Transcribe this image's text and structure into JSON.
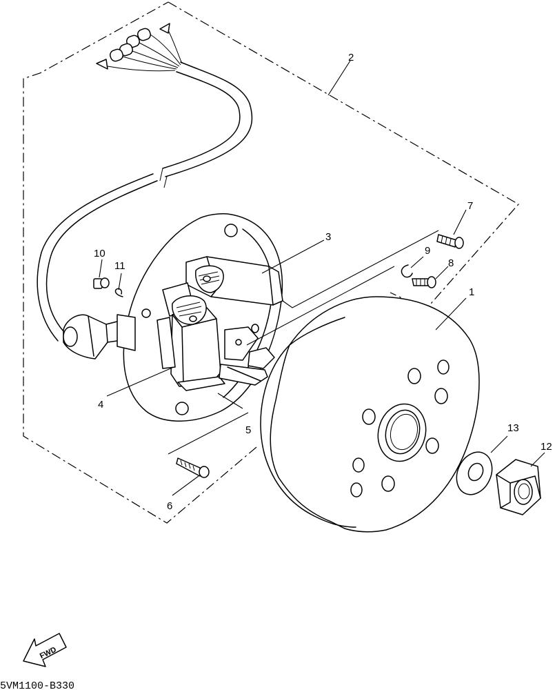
{
  "diagram": {
    "callouts": [
      {
        "id": "c1",
        "label": "1"
      },
      {
        "id": "c2",
        "label": "2"
      },
      {
        "id": "c3",
        "label": "3"
      },
      {
        "id": "c4",
        "label": "4"
      },
      {
        "id": "c5",
        "label": "5"
      },
      {
        "id": "c6",
        "label": "6"
      },
      {
        "id": "c7",
        "label": "7"
      },
      {
        "id": "c8",
        "label": "8"
      },
      {
        "id": "c9",
        "label": "9"
      },
      {
        "id": "c10",
        "label": "10"
      },
      {
        "id": "c11",
        "label": "11"
      },
      {
        "id": "c12",
        "label": "12"
      },
      {
        "id": "c13",
        "label": "13"
      }
    ],
    "direction_marker": "FWD",
    "drawing_code": "5VM1100-B330"
  }
}
